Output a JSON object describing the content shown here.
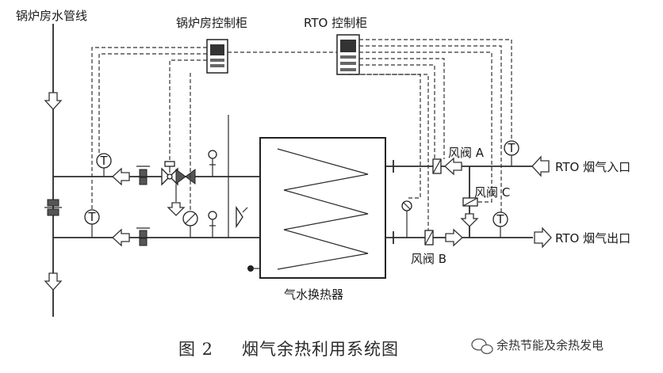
{
  "labels": {
    "boiler_water_line": "锅炉房水管线",
    "boiler_cabinet": "锅炉房控制柜",
    "rto_cabinet": "RTO 控制柜",
    "damper_a": "风阀 A",
    "damper_b": "风阀 B",
    "damper_c": "风阀 C",
    "rto_inlet": "RTO 烟气入口",
    "rto_outlet": "RTO 烟气出口",
    "heat_exchanger": "气水换热器",
    "inst_t": "T"
  },
  "caption": {
    "figure_no": "图 2",
    "title": "烟气余热利用系统图"
  },
  "watermark": {
    "text": "余热节能及余热发电"
  }
}
